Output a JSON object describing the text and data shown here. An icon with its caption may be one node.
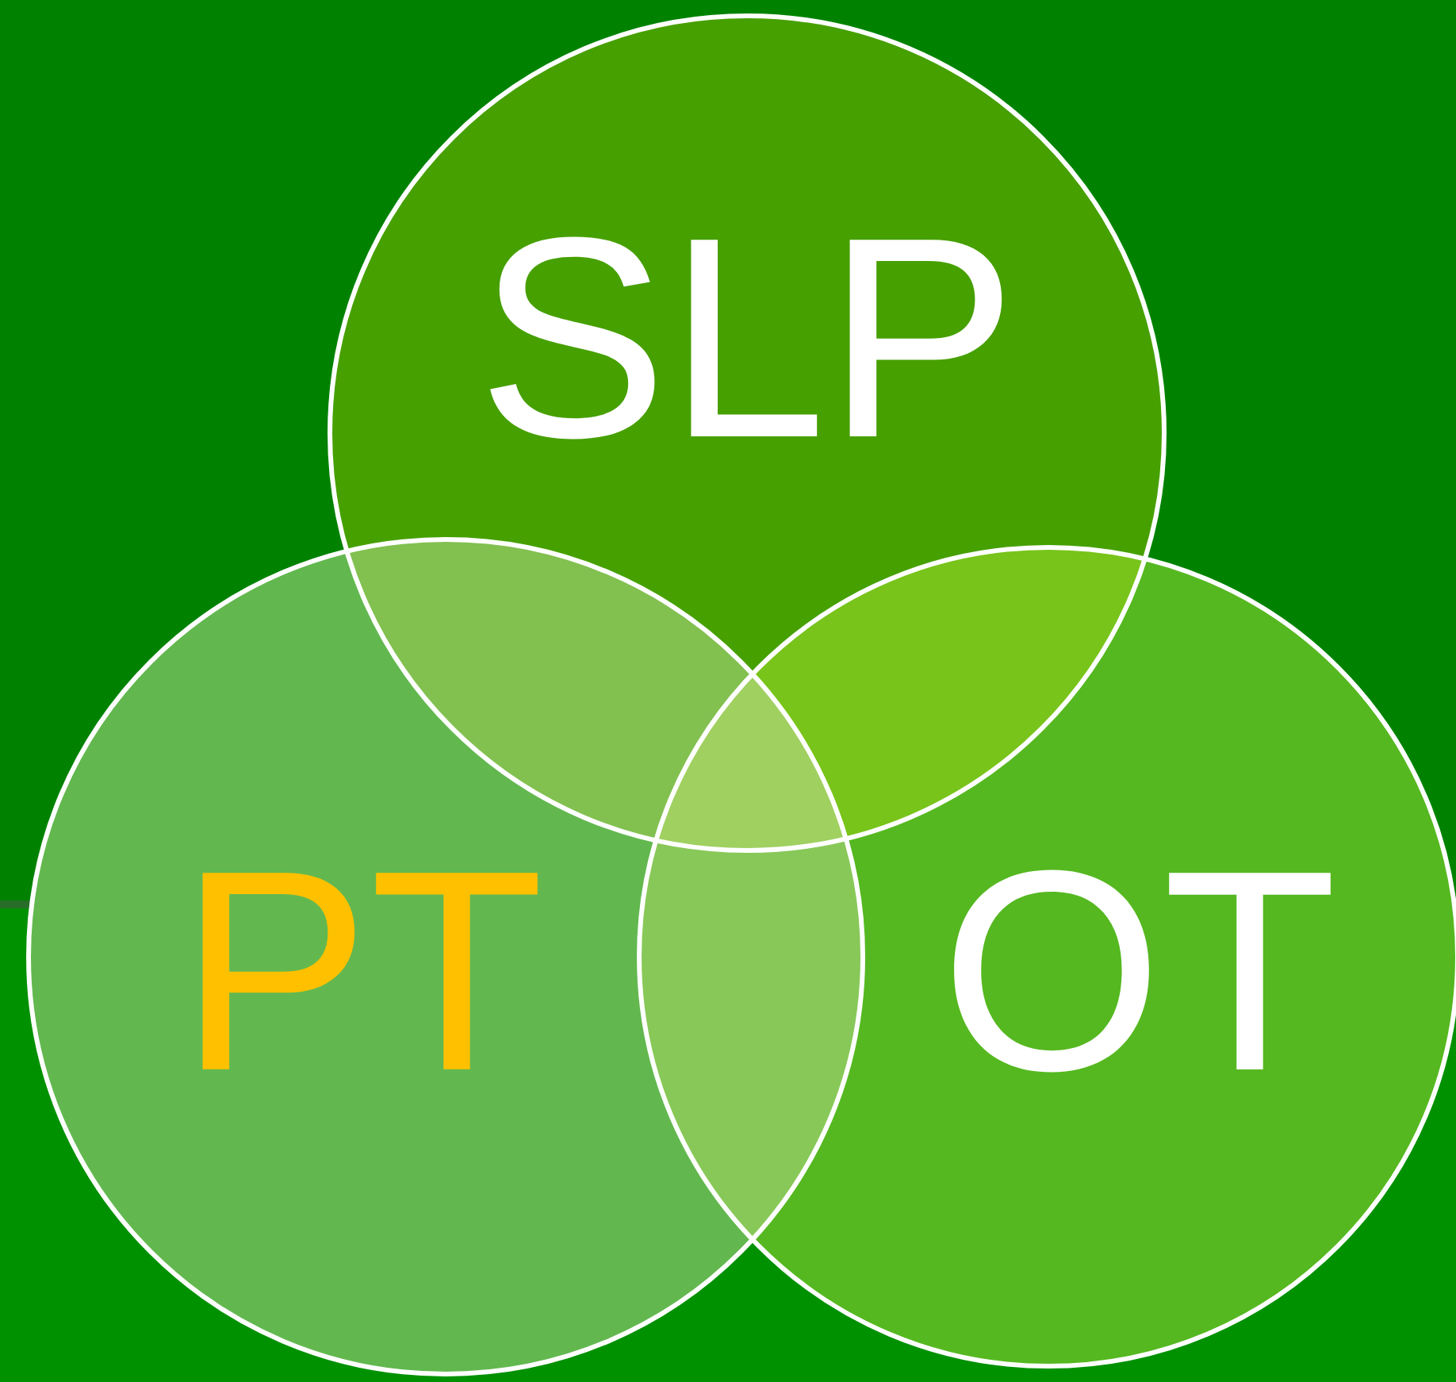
{
  "diagram": {
    "nodes": [
      {
        "text": [
          "SLP"
        ]
      },
      {
        "text": [
          "PT"
        ]
      },
      {
        "text": [
          "OT"
        ]
      }
    ]
  }
}
